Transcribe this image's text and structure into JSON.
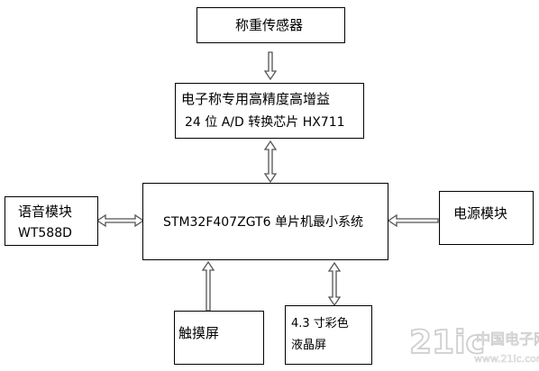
{
  "diagram": {
    "nodes": {
      "weighing_sensor": {
        "label": "称重传感器"
      },
      "adc_chip": {
        "line1": "电子称专用高精度高增益",
        "line2": "24 位 A/D 转换芯片 HX711"
      },
      "mcu": {
        "label": "STM32F407ZGT6 单片机最小系统"
      },
      "voice_module": {
        "line1": "语音模块",
        "line2": "WT588D"
      },
      "power_module": {
        "label": "电源模块"
      },
      "touchscreen": {
        "label": "触摸屏"
      },
      "lcd": {
        "line1": "4.3 寸彩色",
        "line2": "液晶屏"
      }
    },
    "edges": [
      {
        "from": "weighing_sensor",
        "to": "adc_chip",
        "direction": "one-way"
      },
      {
        "from": "adc_chip",
        "to": "mcu",
        "direction": "two-way"
      },
      {
        "from": "voice_module",
        "to": "mcu",
        "direction": "two-way"
      },
      {
        "from": "power_module",
        "to": "mcu",
        "direction": "one-way"
      },
      {
        "from": "touchscreen",
        "to": "mcu",
        "direction": "one-way"
      },
      {
        "from": "mcu",
        "to": "lcd",
        "direction": "two-way"
      }
    ]
  },
  "watermark": {
    "logo": "21ic",
    "text": "中国电子网",
    "url": "www.21ic.com"
  },
  "colors": {
    "border": "#000000",
    "arrow": "#555555",
    "watermark": "#d8d8d8"
  }
}
